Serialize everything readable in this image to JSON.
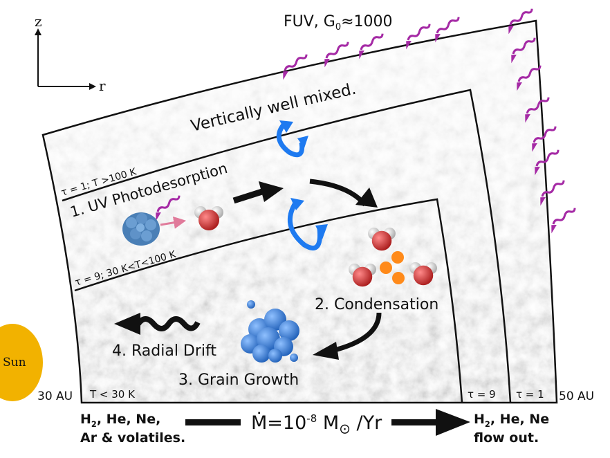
{
  "axes": {
    "z": "z",
    "r": "r"
  },
  "fuv": {
    "label": "FUV, G",
    "sub": "0",
    "value": "≈1000"
  },
  "mixed": "Vertically well mixed.",
  "tau1_top": "τ = 1; T >100 K",
  "tau9_mid": "τ = 9;  30 K<T<100 K",
  "steps": {
    "uv": "1. UV Photodesorption",
    "condensation": "2. Condensation",
    "growth": "3. Grain Growth",
    "drift": "4. Radial Drift"
  },
  "sun": "Sun",
  "au_inner": "30 AU",
  "au_outer": "50 AU",
  "t_low": "T < 30 K",
  "tau_edges": {
    "nine": "τ = 9",
    "one": "τ = 1"
  },
  "bottom": {
    "left_l1_pre": "H",
    "left_l1_sub": "2",
    "left_l1_post": ", He, Ne,",
    "left_l2": "Ar & volatiles.",
    "mdot_pre": "Ṁ=10",
    "mdot_exp": "-8",
    "mdot_unit": " M",
    "mdot_sun": "⊙",
    "mdot_per": " /Yr",
    "right_l1_pre": "H",
    "right_l1_sub": "2",
    "right_l1_post": ", He, Ne",
    "right_l2": "flow out."
  },
  "colors": {
    "fuv_arrow": "#a52aa5",
    "mixing_arrow": "#1e7af0",
    "grain": "#3a7bd5",
    "oxygen": "#d53a3a",
    "hydrogen": "#eeeeee",
    "sun": "#f2b200",
    "condensate": "#ff8a1a",
    "pink_arrow": "#e07a9a"
  }
}
